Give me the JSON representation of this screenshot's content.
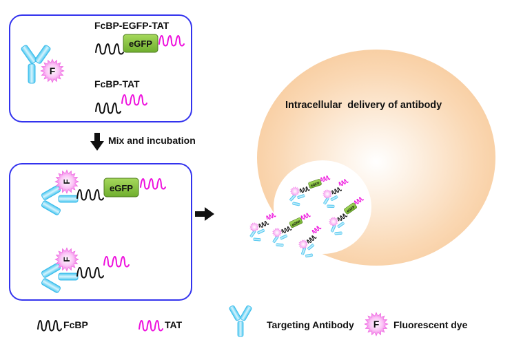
{
  "colors": {
    "panel_border": "#3333ee",
    "fcbp": "#111111",
    "tat": "#ee11dd",
    "egfp": "#88c440",
    "egfp_border": "#4e7a1e",
    "antibody": "#6fd3f2",
    "dye": "#f59cf0",
    "cell": "#fad1a8",
    "arrow": "#111111"
  },
  "top_panel": {
    "construct1_label": "FcBP-EGFP-TAT",
    "construct1_box": "eGFP",
    "construct2_label": "FcBP-TAT",
    "dye_letter": "F"
  },
  "step": {
    "label": "Mix and incubation"
  },
  "bottom_panel": {
    "complex1_box": "eGFP",
    "dye_letter": "F"
  },
  "cell": {
    "label": "Intracellular  delivery of antibody",
    "mini_box": "eGFP",
    "mini_dye": "F"
  },
  "legend": {
    "items": [
      {
        "icon": "fcbp-wave-icon",
        "label": "FcBP"
      },
      {
        "icon": "tat-wave-icon",
        "label": "TAT"
      },
      {
        "icon": "antibody-icon",
        "label": "Targeting Antibody"
      },
      {
        "icon": "fluorescent-dye-icon",
        "label": "Fluorescent dye"
      }
    ],
    "dye_letter": "F"
  }
}
